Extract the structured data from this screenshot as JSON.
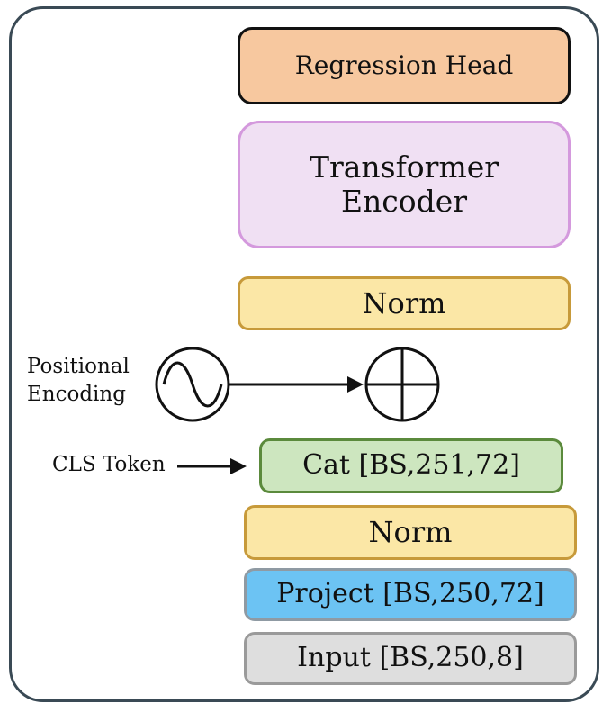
{
  "blocks": {
    "regression_head": "Regression Head",
    "transformer_line1": "Transformer",
    "transformer_line2": "Encoder",
    "norm_top": "Norm",
    "cat": "Cat [BS,251,72]",
    "norm_bottom": "Norm",
    "project": "Project [BS,250,72]",
    "input": "Input [BS,250,8]"
  },
  "labels": {
    "positional_line1": "Positional",
    "positional_line2": "Encoding",
    "cls_token": "CLS Token"
  },
  "colors": {
    "regression_head": "#f7c89f",
    "transformer_encoder": "#f0e0f3",
    "norm": "#fbe7a6",
    "cat": "#cde6bf",
    "project": "#6cc3f3",
    "input": "#dedede",
    "frame": "#3a4a55"
  },
  "icons": {
    "sine_wave": "sine-wave-icon",
    "add": "circled-plus-icon",
    "arrow": "arrow-right-icon"
  }
}
